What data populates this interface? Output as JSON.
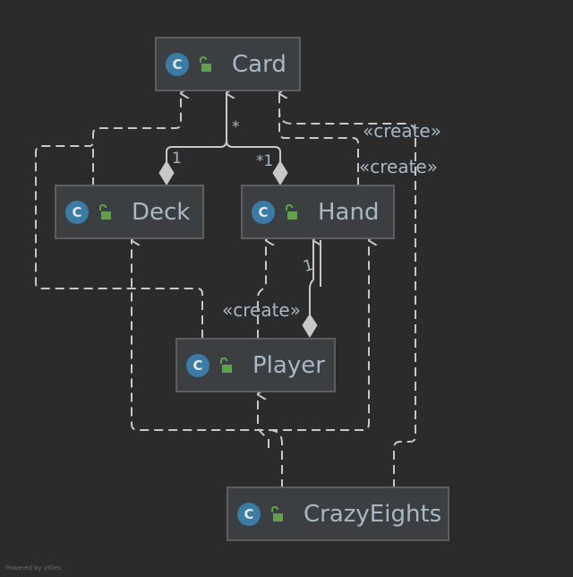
{
  "classes": {
    "card": {
      "name": "Card",
      "badge": "C"
    },
    "deck": {
      "name": "Deck",
      "badge": "C"
    },
    "hand": {
      "name": "Hand",
      "badge": "C"
    },
    "player": {
      "name": "Player",
      "badge": "C"
    },
    "crazy": {
      "name": "CrazyEights",
      "badge": "C"
    }
  },
  "labels": {
    "create_card_1": "«create»",
    "create_card_2": "«create»",
    "create_player": "«create»",
    "mult_star": "*",
    "mult_deck": "1",
    "mult_hand": "*1",
    "mult_player_hand": "1"
  },
  "icons": {
    "class_badge": "class-c-icon",
    "visibility": "unlocked-icon"
  },
  "colors": {
    "background": "#2b2b2b",
    "node_fill": "#3c3f41",
    "node_border": "#5e5e5e",
    "text": "#a9b7c6",
    "edge": "#c8c8c8",
    "badge": "#3a7ca5",
    "lock": "#5fa24c"
  },
  "footer": "Powered by yFiles"
}
